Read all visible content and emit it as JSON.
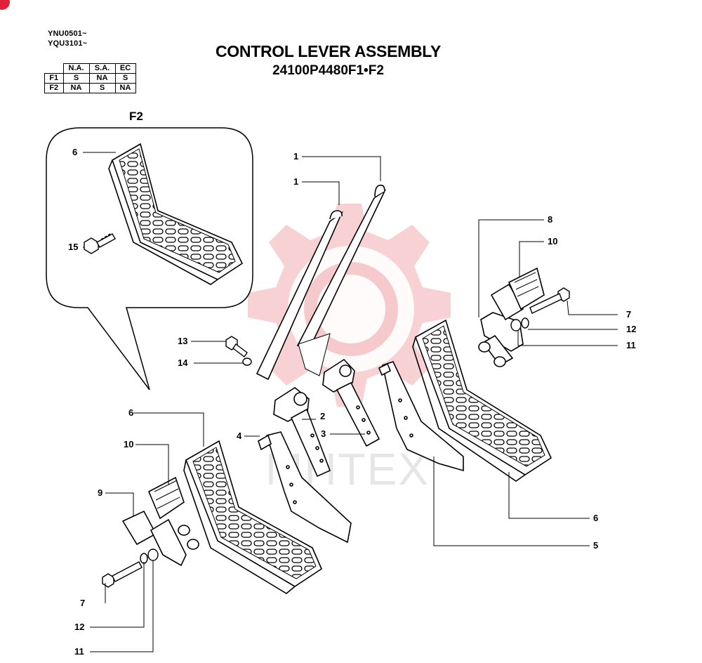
{
  "serials": [
    "YNU0501~",
    "YQU3101~"
  ],
  "title": "CONTROL LEVER ASSEMBLY",
  "subtitle": "24100P4480F1•F2",
  "spec_table": {
    "headers": [
      "N.A.",
      "S.A.",
      "EC"
    ],
    "rows": [
      {
        "name": "F1",
        "values": [
          "S",
          "NA",
          "S"
        ]
      },
      {
        "name": "F2",
        "values": [
          "NA",
          "S",
          "NA"
        ]
      }
    ]
  },
  "inset_label": "F2",
  "watermark": "MHTEX",
  "callouts": {
    "c1a": "1",
    "c1b": "1",
    "c2": "2",
    "c3": "3",
    "c4": "4",
    "c5": "5",
    "c6_inset": "6",
    "c6_left": "6",
    "c6_right": "6",
    "c7_left": "7",
    "c7_right": "7",
    "c8": "8",
    "c9": "9",
    "c10_left": "10",
    "c10_right": "10",
    "c11_left": "11",
    "c11_right": "11",
    "c12_left": "12",
    "c12_right": "12",
    "c13": "13",
    "c14": "14",
    "c15": "15"
  },
  "colors": {
    "line": "#000000",
    "watermark": "#f5c8cc",
    "badge": "#e0203a"
  }
}
